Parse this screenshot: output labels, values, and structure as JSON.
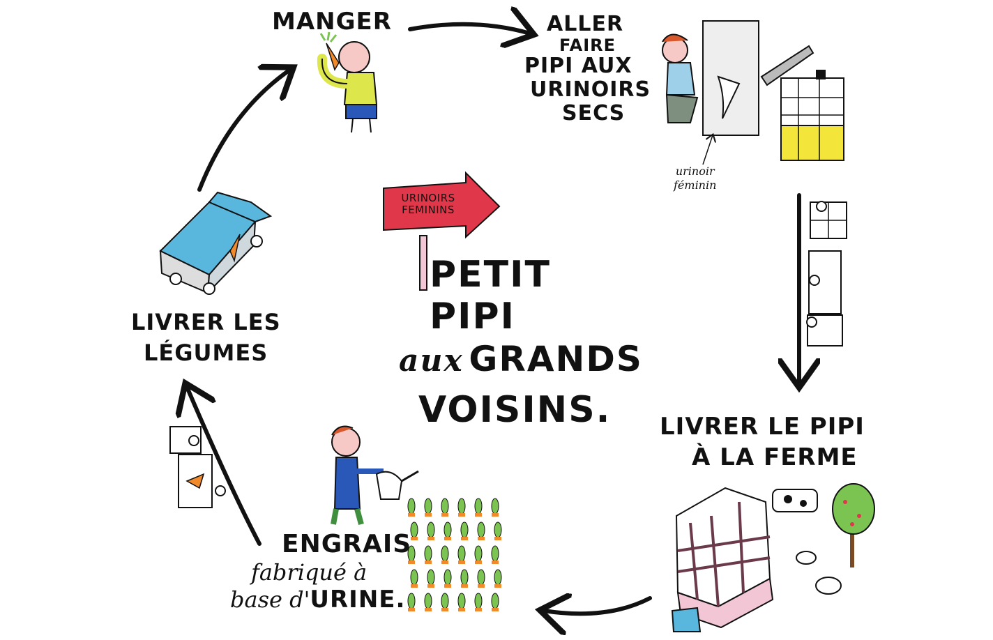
{
  "title": {
    "line1": "PETIT PIPI",
    "line2_script": "aux",
    "line2_caps": "GRANDS",
    "line3": "VOISINS."
  },
  "sign": {
    "line1": "URINOIRS",
    "line2": "FEMININS",
    "color": "#e0384a"
  },
  "steps": {
    "manger": "MANGER",
    "aller": {
      "l1": "ALLER",
      "l2": "FAIRE",
      "l3": "PIPI AUX",
      "l4": "URINOIRS",
      "l5": "SECS"
    },
    "urinoir_note": {
      "l1": "urinoir",
      "l2": "féminin"
    },
    "livrer_pipi": {
      "l1": "LIVRER LE PIPI",
      "l2": "À LA FERME"
    },
    "engrais": {
      "l1": "ENGRAIS",
      "l2": "fabriqué à",
      "l3_script": "base d'",
      "l3_caps": "URINE."
    },
    "livrer_legumes": {
      "l1": "LIVRER LES",
      "l2": "LÉGUMES"
    }
  },
  "colors": {
    "ink": "#111111",
    "truck_blue": "#59b7dd",
    "urine_yellow": "#f4e53a",
    "shirt_yellow": "#dde64a",
    "pink_tank": "#f3c6d6",
    "plant_green": "#7cc451",
    "carrot_orange": "#f08a2a",
    "skin": "#f7c9c6",
    "hair_red": "#d8582e"
  }
}
